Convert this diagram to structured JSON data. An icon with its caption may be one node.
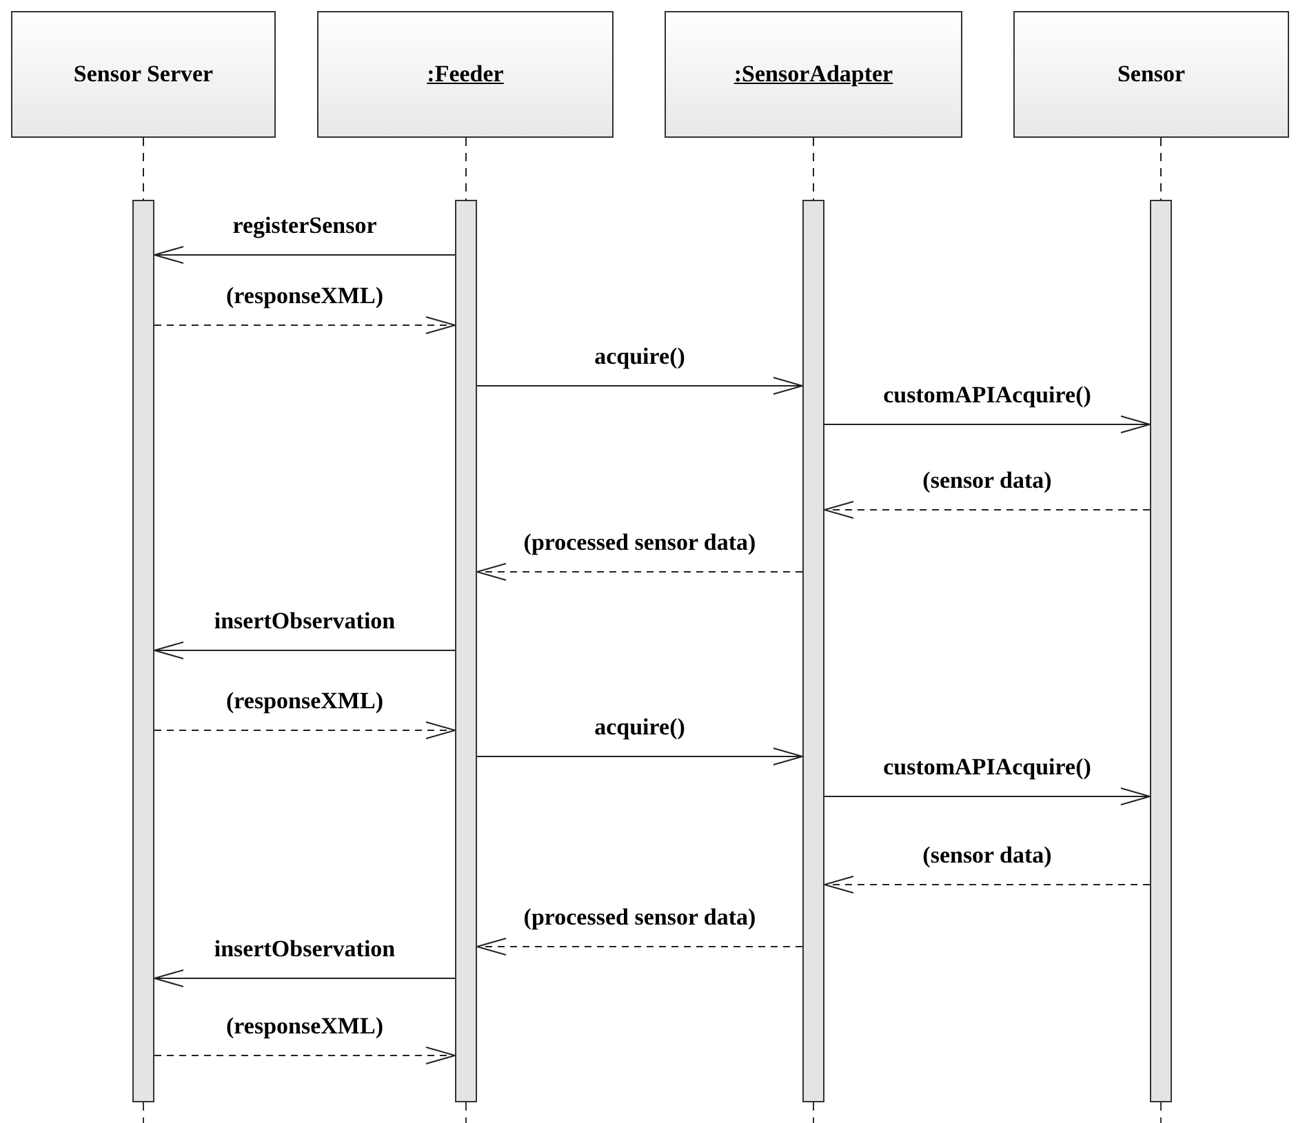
{
  "diagram": {
    "nodes": [
      {
        "text": [
          "Sensor Server"
        ]
      },
      {
        "text": [
          ":Feeder"
        ]
      },
      {
        "text": [
          ":SensorAdapter"
        ]
      },
      {
        "text": [
          "Sensor"
        ]
      },
      {
        "text": [],
        "shape": "bar"
      },
      {
        "text": [],
        "shape": "bar"
      },
      {
        "text": [],
        "shape": "bar"
      },
      {
        "text": [],
        "shape": "bar"
      }
    ],
    "edges": [
      {
        "from": 0,
        "to": 4,
        "arrow": "none",
        "style": "dashed"
      },
      {
        "from": 1,
        "to": 5,
        "arrow": "none",
        "style": "dashed"
      },
      {
        "from": 2,
        "to": 6,
        "arrow": "none",
        "style": "dashed"
      },
      {
        "from": 3,
        "to": 7,
        "arrow": "none",
        "style": "dashed"
      },
      {
        "from": 5,
        "to": 4,
        "arrow": "to",
        "label": "registerSensor"
      },
      {
        "from": 4,
        "to": 5,
        "arrow": "to",
        "label": "(responseXML)",
        "style": "dashed"
      },
      {
        "from": 5,
        "to": 6,
        "arrow": "to",
        "label": "acquire()"
      },
      {
        "from": 6,
        "to": 7,
        "arrow": "to",
        "label": "customAPIAcquire()"
      },
      {
        "from": 7,
        "to": 6,
        "arrow": "to",
        "label": "(sensor data)",
        "style": "dashed"
      },
      {
        "from": 6,
        "to": 5,
        "arrow": "to",
        "label": "(processed sensor data)",
        "style": "dashed"
      },
      {
        "from": 5,
        "to": 4,
        "arrow": "to",
        "label": "insertObservation"
      },
      {
        "from": 4,
        "to": 5,
        "arrow": "to",
        "label": "(responseXML)",
        "style": "dashed"
      },
      {
        "from": 5,
        "to": 6,
        "arrow": "to",
        "label": "acquire()"
      },
      {
        "from": 6,
        "to": 7,
        "arrow": "to",
        "label": "customAPIAcquire()"
      },
      {
        "from": 7,
        "to": 6,
        "arrow": "to",
        "label": "(sensor data)",
        "style": "dashed"
      },
      {
        "from": 6,
        "to": 5,
        "arrow": "to",
        "label": "(processed sensor data)",
        "style": "dashed"
      },
      {
        "from": 5,
        "to": 4,
        "arrow": "to",
        "label": "insertObservation"
      },
      {
        "from": 4,
        "to": 5,
        "arrow": "to",
        "label": "(responseXML)",
        "style": "dashed"
      }
    ]
  }
}
